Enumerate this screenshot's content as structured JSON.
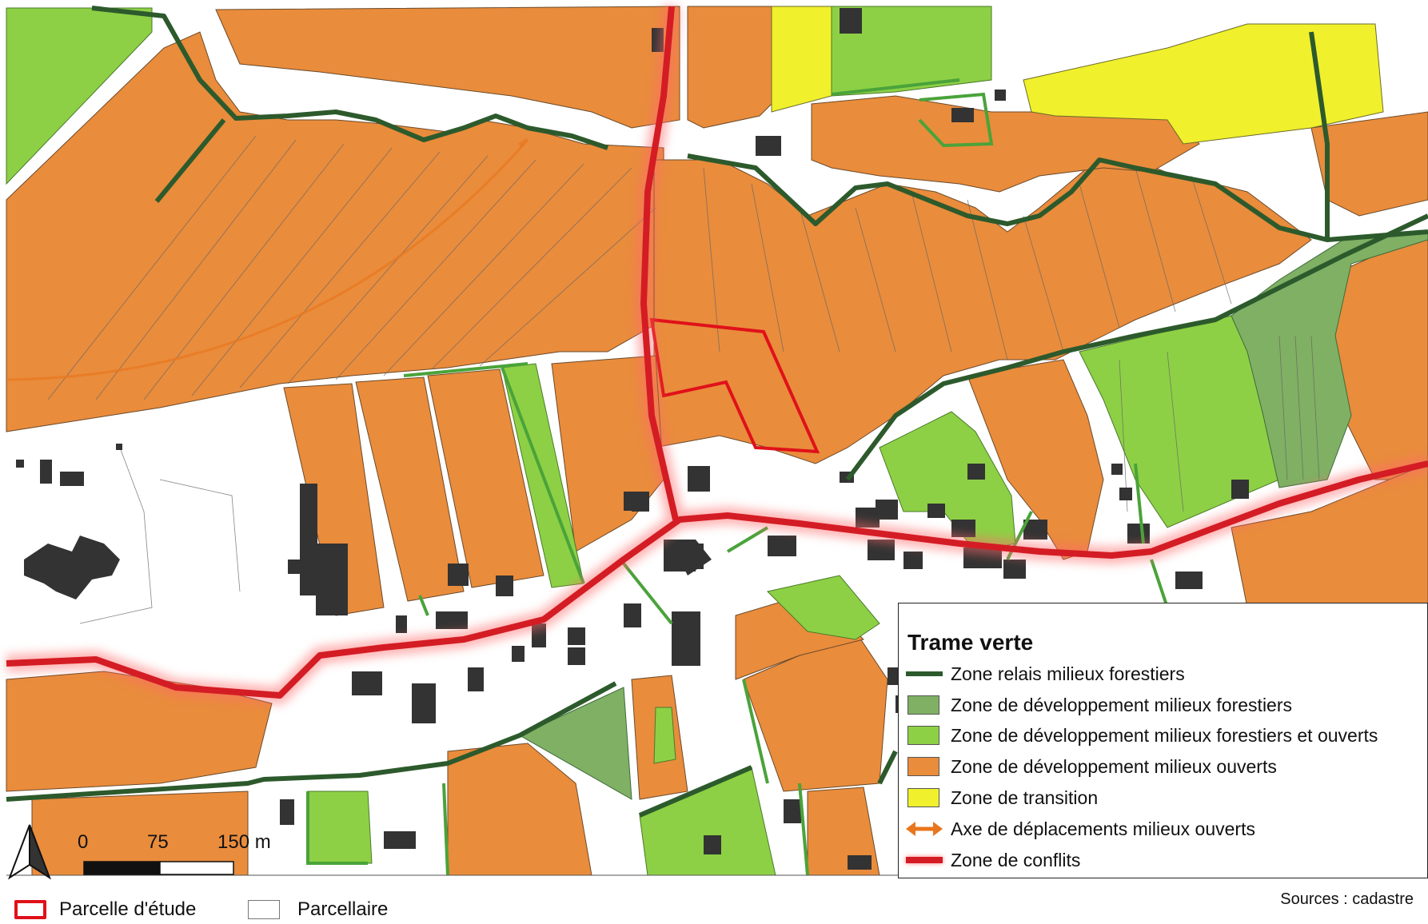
{
  "map": {
    "colors": {
      "open": "#e98c3c",
      "transition": "#f0f02c",
      "forest_open": "#8dd045",
      "forest_dev": "#7fb064",
      "relay": "#2d5a2c",
      "conflict": "#d41c24",
      "study": "#e0111a",
      "building": "#333333",
      "parcel_line": "#555555",
      "parcel_fill": "#ffffff"
    }
  },
  "legend": {
    "title": "Trame verte",
    "items": [
      {
        "label": "Zone relais milieux forestiers",
        "symbol": "line",
        "color": "#2d5a2c"
      },
      {
        "label": "Zone de développement milieux forestiers",
        "symbol": "fill",
        "color": "#7fb064"
      },
      {
        "label": "Zone de développement milieux forestiers et ouverts",
        "symbol": "fill",
        "color": "#8dd045"
      },
      {
        "label": "Zone de développement milieux ouverts",
        "symbol": "fill",
        "color": "#e98c3c"
      },
      {
        "label": "Zone de transition",
        "symbol": "fill",
        "color": "#f0f02c"
      },
      {
        "label": "Axe de déplacements milieux ouverts",
        "symbol": "arrow",
        "color": "#e8761e"
      },
      {
        "label": "Zone de conflits",
        "symbol": "line",
        "color": "#d41c24"
      }
    ]
  },
  "bottom_legend": {
    "study_label": "Parcelle d'étude",
    "parcel_label": "Parcellaire"
  },
  "scale": {
    "ticks": [
      "0",
      "75",
      "150 m"
    ]
  },
  "sources": "Sources : cadastre",
  "icons": {
    "north_arrow": "north-arrow-icon"
  }
}
